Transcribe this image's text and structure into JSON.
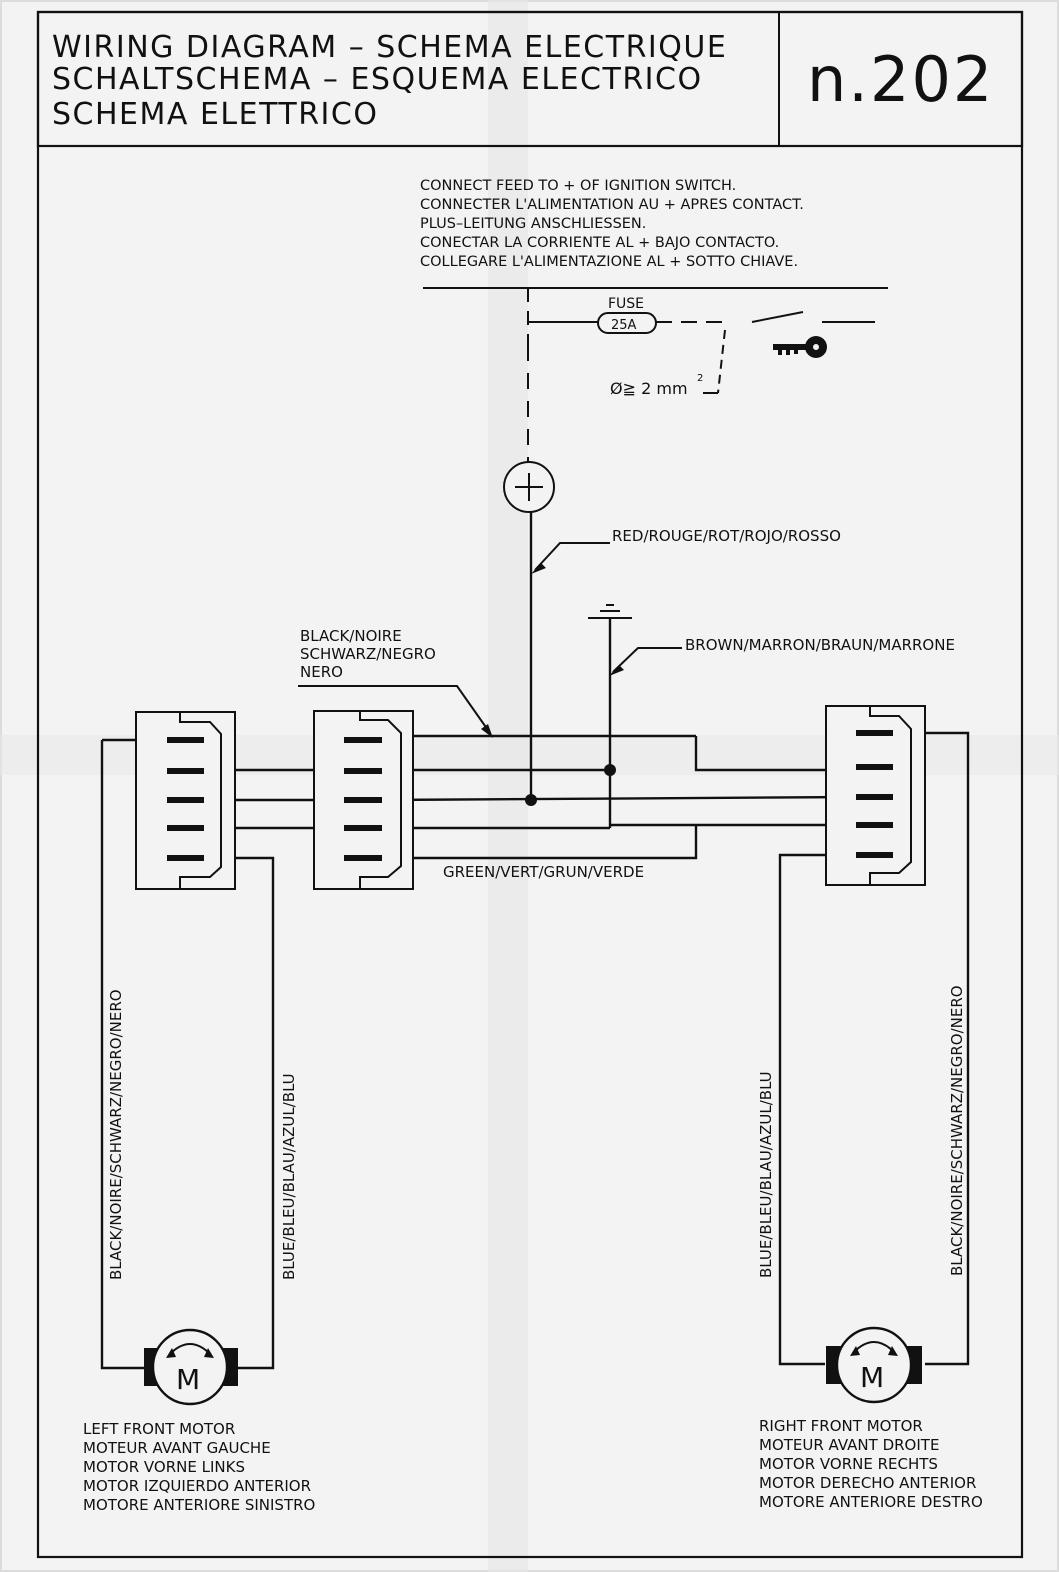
{
  "header": {
    "title_lines": [
      "WIRING DIAGRAM  –  SCHEMA ELECTRIQUE",
      "SCHALTSCHEMA  –  ESQUEMA ELECTRICO",
      "SCHEMA  ELETTRICO"
    ],
    "number": "n.202"
  },
  "instructions": [
    "CONNECT FEED TO + OF IGNITION SWITCH.",
    "CONNECTER L'ALIMENTATION AU + APRES CONTACT.",
    "PLUS–LEITUNG ANSCHLIESSEN.",
    "CONECTAR LA CORRIENTE AL + BAJO CONTACTO.",
    "COLLEGARE L'ALIMENTAZIONE AL + SOTTO CHIAVE."
  ],
  "fuse": {
    "label": "FUSE",
    "rating": "25A"
  },
  "wire_section": {
    "text": "Ø≧ 2  mm",
    "superscript": "2"
  },
  "wires": {
    "red": "RED/ROUGE/ROT/ROJO/ROSSO",
    "brown": "BROWN/MARRON/BRAUN/MARRONE",
    "black_top": [
      "BLACK/NOIRE",
      "SCHWARZ/NEGRO",
      "NERO"
    ],
    "green": "GREEN/VERT/GRUN/VERDE",
    "left_black": "BLACK/NOIRE/SCHWARZ/NEGRO/NERO",
    "left_blue": "BLUE/BLEU/BLAU/AZUL/BLU",
    "right_blue": "BLUE/BLEU/BLAU/AZUL/BLU",
    "right_black": "BLACK/NOIRE/SCHWARZ/NEGRO/NERO"
  },
  "motor_symbol": "M",
  "left_motor": [
    "LEFT  FRONT  MOTOR",
    "MOTEUR  AVANT  GAUCHE",
    "MOTOR  VORNE  LINKS",
    "MOTOR  IZQUIERDO  ANTERIOR",
    "MOTORE  ANTERIORE  SINISTRO"
  ],
  "right_motor": [
    "RIGHT  FRONT  MOTOR",
    "MOTEUR  AVANT  DROITE",
    "MOTOR  VORNE  RECHTS",
    "MOTOR  DERECHO  ANTERIOR",
    "MOTORE  ANTERIORE  DESTRO"
  ]
}
